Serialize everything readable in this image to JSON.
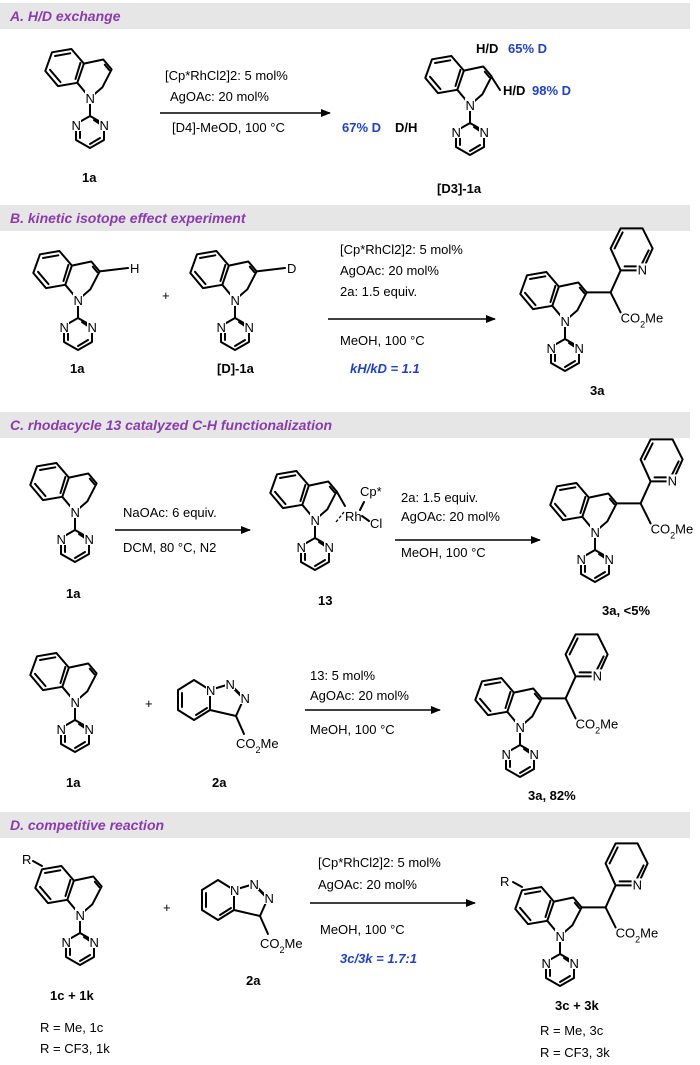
{
  "sections": [
    {
      "title": "A. H/D exchange"
    },
    {
      "title": "B. kinetic isotope effect experiment"
    },
    {
      "title": "C.  rhodacycle 13 catalyzed C-H functionalization"
    },
    {
      "title": "D. competitive reaction"
    }
  ],
  "atoms": {
    "N": "N",
    "H": "H",
    "D": "D",
    "R": "R",
    "Cl": "Cl",
    "Rh": "Rh",
    "Cp_star": "Cp*",
    "CO2Me": "CO2Me"
  },
  "a": {
    "cond1": "[Cp*RhCl2]2: 5 mol%",
    "cond2": "AgOAc: 20 mol%",
    "cond3": "[D4]-MeOD, 100 °C",
    "sm_label": "1a",
    "prod_label": "[D3]-1a",
    "d3_pct": "65% D",
    "d2_pct": "98% D",
    "d7_pct": "67% D",
    "hd": "H/D",
    "dh": "D/H"
  },
  "b": {
    "cond1": "[Cp*RhCl2]2: 5 mol%",
    "cond2": "AgOAc: 20 mol%",
    "cond3": "2a: 1.5 equiv.",
    "cond4": "MeOH, 100 °C",
    "kie": "kH/kD = 1.1",
    "plus": "+",
    "sm1_label": "1a",
    "sm2_label": "[D]-1a",
    "prod_label": "3a"
  },
  "c": {
    "step1_cond1": "NaOAc: 6 equiv.",
    "step1_cond2": "DCM, 80 °C, N2",
    "step2_cond1": "2a: 1.5 equiv.",
    "step2_cond2": "AgOAc: 20 mol%",
    "step2_cond3": "MeOH, 100 °C",
    "sm_label": "1a",
    "int_label": "13",
    "prod_label": "3a, <5%",
    "r2_cond1": "13: 5 mol%",
    "r2_cond2": "AgOAc: 20 mol%",
    "r2_cond3": "MeOH, 100 °C",
    "r2_sm1_label": "1a",
    "r2_sm2_label": "2a",
    "r2_prod_label": "3a, 82%",
    "plus": "+"
  },
  "d": {
    "cond1": "[Cp*RhCl2]2: 5 mol%",
    "cond2": "AgOAc: 20 mol%",
    "cond3": "MeOH, 100 °C",
    "ratio": "3c/3k = 1.7:1",
    "sm_label": "1c + 1k",
    "sm2_label": "2a",
    "prod_label": "3c + 3k",
    "sm_note1": "R = Me, 1c",
    "sm_note2": "R = CF3, 1k",
    "prod_note1": "R = Me, 3c",
    "prod_note2": "R = CF3, 3k",
    "plus": "+"
  },
  "colors": {
    "title": "#8a3bb0",
    "highlight": "#1f3fd6",
    "header_bg": "#e6e6e6"
  }
}
